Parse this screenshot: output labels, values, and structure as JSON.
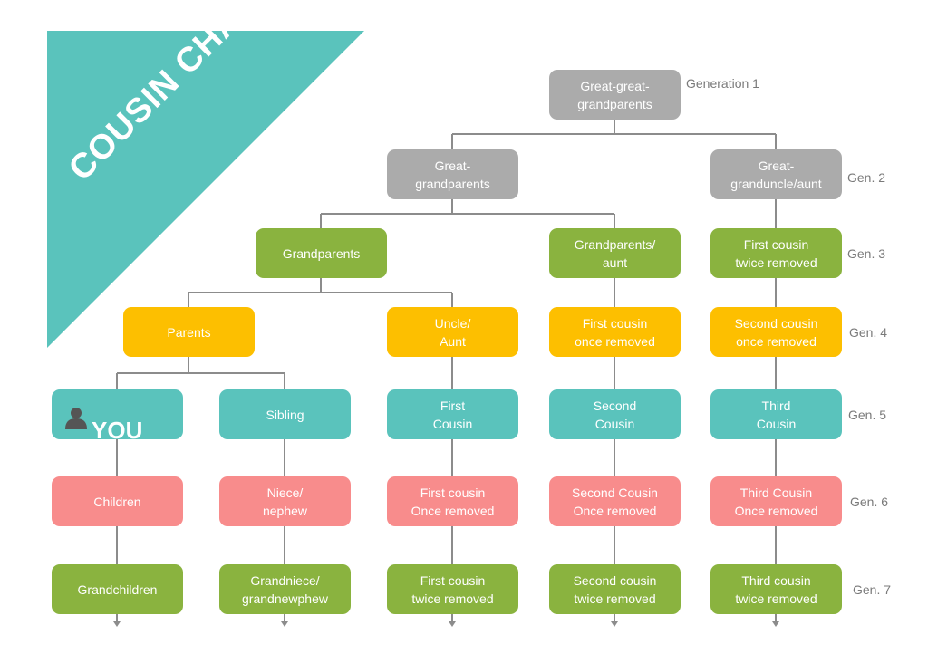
{
  "banner": {
    "title": "COUSIN CHART",
    "color": "#5ac3bc"
  },
  "colors": {
    "gray": "#ababab",
    "green": "#8ab33f",
    "yellow": "#fdbf00",
    "teal": "#5ac3bc",
    "pink": "#f88c8c",
    "connector": "#8c8c8c",
    "generation_label": "#7a7a7a"
  },
  "generation_labels": {
    "g1": "Generation 1",
    "g2": "Gen. 2",
    "g3": "Gen. 3",
    "g4": "Gen. 4",
    "g5": "Gen. 5",
    "g6": "Gen. 6",
    "g7": "Gen. 7"
  },
  "nodes": {
    "great_great_grandparents": "Great-great-\ngrandparents",
    "great_grandparents": "Great-\ngrandparents",
    "great_granduncle_aunt": "Great-\ngranduncle/aunt",
    "grandparents": "Grandparents",
    "grandparents_aunt": "Grandparents/\naunt",
    "first_cousin_twice_removed_g3": "First cousin\ntwice removed",
    "parents": "Parents",
    "uncle_aunt": "Uncle/\nAunt",
    "first_cousin_once_removed_g4": "First cousin\nonce removed",
    "second_cousin_once_removed_g4": "Second cousin\nonce removed",
    "you": {
      "label": "YOU",
      "icon": "person-icon"
    },
    "sibling": "Sibling",
    "first_cousin": "First\nCousin",
    "second_cousin": "Second\nCousin",
    "third_cousin": "Third\nCousin",
    "children": "Children",
    "niece_nephew": "Niece/\nnephew",
    "first_cousin_once_removed_g6": "First cousin\nOnce removed",
    "second_cousin_once_removed_g6": "Second Cousin\nOnce removed",
    "third_cousin_once_removed_g6": "Third Cousin\nOnce removed",
    "grandchildren": "Grandchildren",
    "grandniece_grandnephew": "Grandniece/\ngrandnewphew",
    "first_cousin_twice_removed_g7": "First cousin\ntwice removed",
    "second_cousin_twice_removed_g7": "Second cousin\ntwice removed",
    "third_cousin_twice_removed_g7": "Third cousin\ntwice removed"
  }
}
